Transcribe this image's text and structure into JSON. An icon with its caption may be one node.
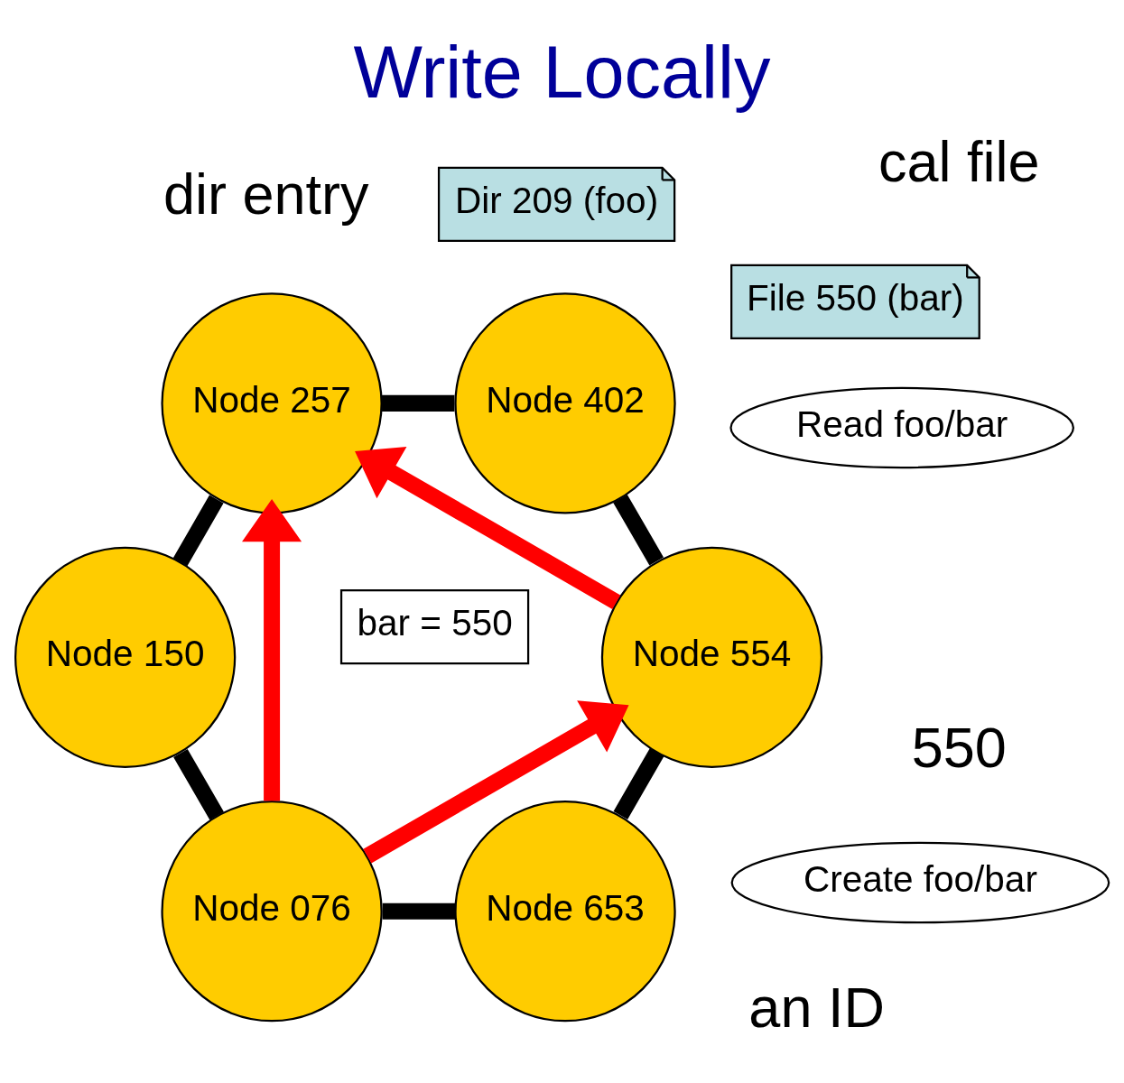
{
  "diagram": {
    "title": "Write Locally",
    "nodes": [
      {
        "text": [
          "Read foo/bar"
        ]
      },
      {
        "text": [
          "Node 653"
        ]
      },
      {
        "text": [
          "Node 076"
        ]
      },
      {
        "text": [
          "Create foo/bar"
        ]
      },
      {
        "text": [
          "File 550 (bar)"
        ]
      },
      {
        "text": [
          "Node 554"
        ]
      },
      {
        "text": [
          "bar = 550"
        ]
      },
      {
        "text": [
          "Node 150"
        ]
      },
      {
        "text": [
          "Node 402"
        ]
      },
      {
        "text": [
          "Node 257"
        ]
      },
      {
        "text": [
          "Dir 209 (foo)"
        ]
      }
    ],
    "edges": [
      {
        "from": 1,
        "to": 2,
        "arrow": "none"
      },
      {
        "from": 2,
        "to": 7,
        "arrow": "none"
      },
      {
        "from": 7,
        "to": 9,
        "arrow": "none"
      },
      {
        "from": 9,
        "to": 8,
        "arrow": "none"
      },
      {
        "from": 8,
        "to": 5,
        "arrow": "none"
      },
      {
        "from": 5,
        "to": 1,
        "arrow": "none"
      },
      {
        "from": 2,
        "to": 5,
        "arrow": "to",
        "color": "#ff0000"
      },
      {
        "from": 2,
        "to": 9,
        "arrow": "to",
        "color": "#ff0000"
      },
      {
        "from": 5,
        "to": 9,
        "arrow": "to",
        "color": "#ff0000"
      }
    ],
    "labels": [
      "an ID",
      "dir entry",
      "cal file",
      "550"
    ]
  }
}
